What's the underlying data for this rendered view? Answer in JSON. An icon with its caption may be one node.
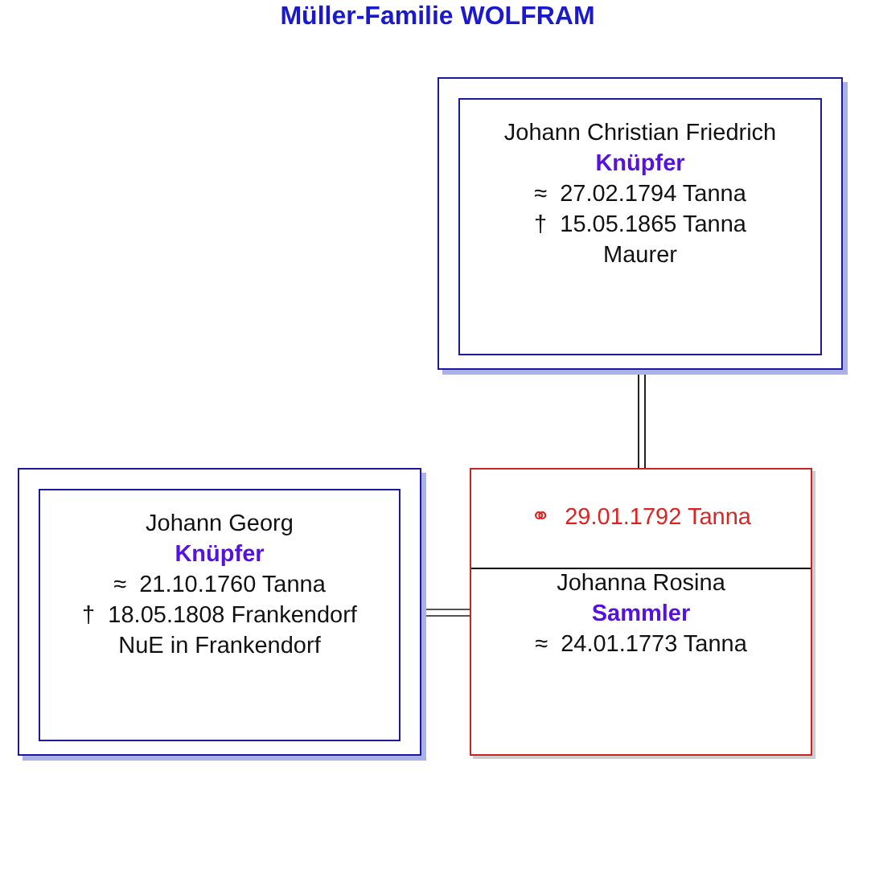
{
  "diagram": {
    "title": "Müller-Familie WOLFRAM",
    "nodes": [
      {
        "text": [
          "Johann Christian Friedrich",
          "Knüpfer",
          "≈  27.02.1794 Tanna",
          "†  15.05.1865 Tanna",
          "Maurer"
        ]
      },
      {
        "text": [
          "Johann Georg",
          "Knüpfer",
          "≈  21.10.1760 Tanna",
          "†  18.05.1808 Frankendorf",
          "NuE in Frankendorf"
        ]
      },
      {
        "text": [
          "⚭  29.01.1792 Tanna",
          "Johanna Rosina",
          "Sammler",
          "≈  24.01.1773 Tanna"
        ]
      }
    ],
    "edges": [
      {
        "from": 0,
        "to": 2,
        "arrow": "none"
      },
      {
        "from": 1,
        "to": 2,
        "arrow": "none"
      }
    ]
  }
}
